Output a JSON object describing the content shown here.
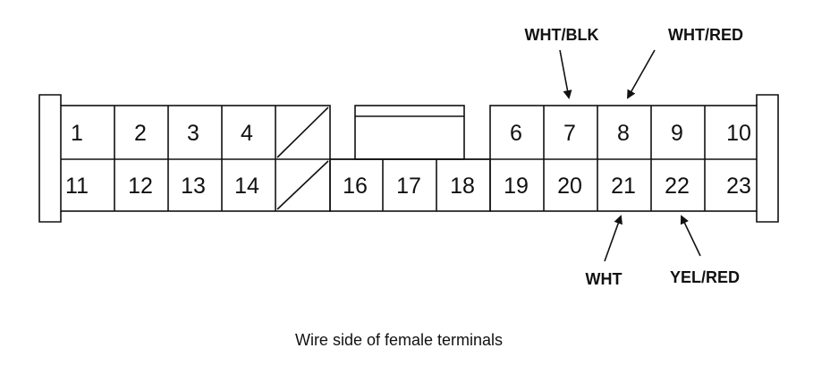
{
  "connector": {
    "terminals_top": [
      "1",
      "2",
      "3",
      "4",
      "6",
      "7",
      "8",
      "9",
      "10"
    ],
    "terminals_bottom": [
      "11",
      "12",
      "13",
      "14",
      "16",
      "17",
      "18",
      "19",
      "20",
      "21",
      "22",
      "23"
    ]
  },
  "wires": {
    "wht_blk": "WHT/BLK",
    "wht_red": "WHT/RED",
    "wht": "WHT",
    "yel_red": "YEL/RED"
  },
  "caption": "Wire side of female terminals"
}
